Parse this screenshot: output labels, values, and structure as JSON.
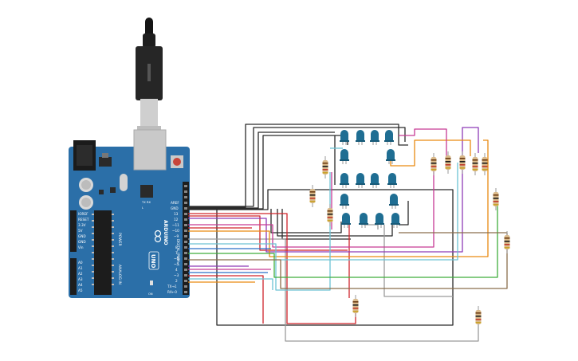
{
  "board": {
    "brand": "ARDUINO",
    "model": "UNO",
    "power_label": "POWER",
    "analog_label": "ANALOG IN",
    "digital_label": "DIGITAL (PWM~)",
    "tx_label": "TX",
    "rx_label": "RX",
    "l_label": "L",
    "on_label": "ON",
    "logo_icon": "infinity-logo-icon",
    "color": "#2b6fa8",
    "power_pins": [
      "IOREF",
      "RESET",
      "3.3V",
      "5V",
      "GND",
      "GND",
      "Vin"
    ],
    "analog_pins": [
      "A0",
      "A1",
      "A2",
      "A3",
      "A4",
      "A5"
    ],
    "digital_pins": [
      "AREF",
      "GND",
      "13",
      "12",
      "~11",
      "~10",
      "~9",
      "8",
      "7",
      "~6",
      "~5",
      "4",
      "~3",
      "2",
      "TX→1",
      "RX←0"
    ]
  },
  "components": {
    "usb_cable_icon": "usb-plug-icon",
    "led_icon": "led-icon",
    "resistor_icon": "resistor-icon",
    "led_color": "#1f6e93"
  },
  "wire_colors": {
    "black": "#2a2a2a",
    "red": "#d0242b",
    "purple": "#8e3bb7",
    "orange": "#e98a12",
    "magenta": "#c73a95",
    "cyan": "#6cc2d4",
    "green": "#3fae3b",
    "brown": "#8a6d4c",
    "gray": "#9a9a9a",
    "blue": "#2b6fc7"
  }
}
